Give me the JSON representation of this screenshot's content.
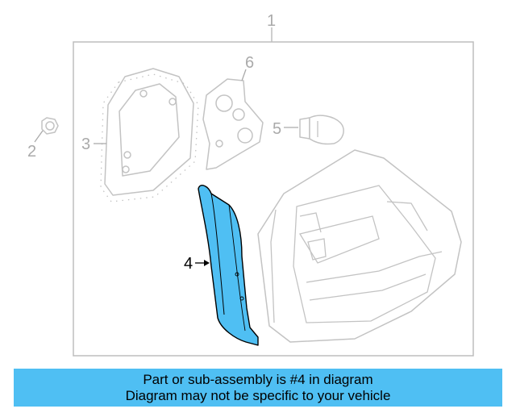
{
  "diagram": {
    "callouts": {
      "assembly": "1",
      "nut": "2",
      "gasket": "3",
      "highlighted_part": "4",
      "bulb": "5",
      "socket_plate": "6"
    }
  },
  "banner": {
    "line1": "Part or sub-assembly is #4 in diagram",
    "line2": "Diagram may not be specific to your vehicle"
  },
  "colors": {
    "highlight": "#4fbff3",
    "ghost_outline": "#c3c3c3",
    "label": "#aaaaaa"
  }
}
